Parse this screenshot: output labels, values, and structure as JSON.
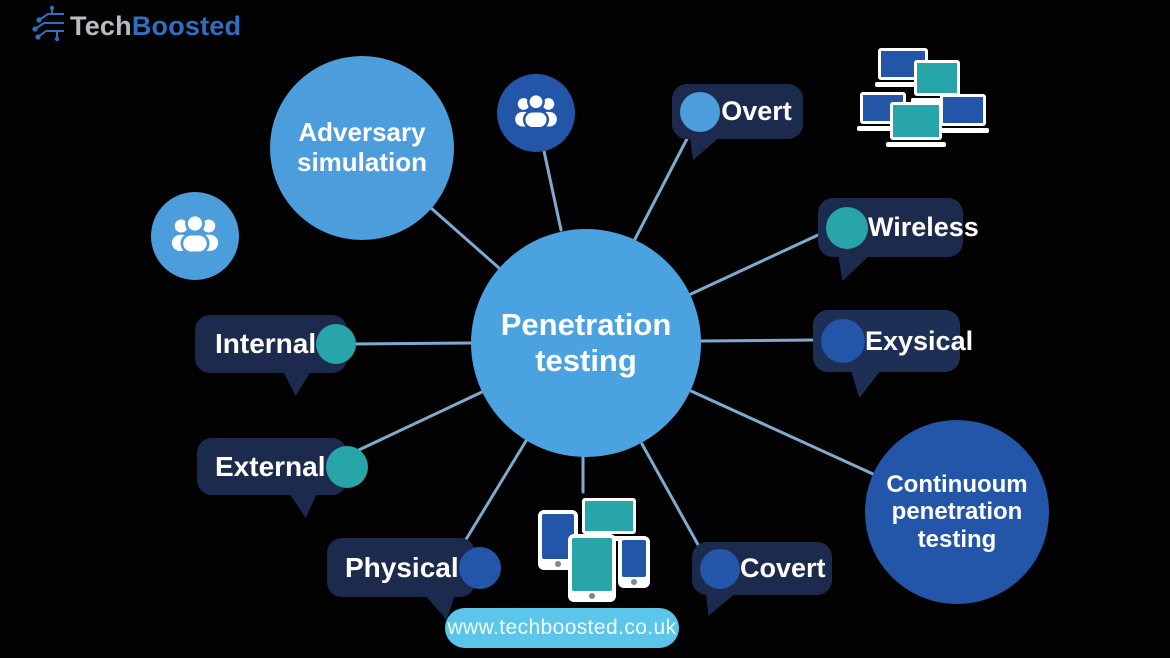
{
  "logo": {
    "brand_primary": "Tech",
    "brand_secondary": "Boosted",
    "primary_color": "#b9bdc3",
    "secondary_color": "#2e6fc0"
  },
  "center_node": {
    "label": "Penetration testing",
    "color": "#4BA2E0"
  },
  "satellite_circles": {
    "adversary": {
      "label": "Adversary simulation",
      "color": "#4C9DDC"
    },
    "continuous": {
      "label": "Continuoum penetration testing",
      "color": "#2355A8"
    }
  },
  "bubbles": [
    {
      "label": "Overt",
      "dot_color": "#4C9DDC",
      "dot_side": "left"
    },
    {
      "label": "Wireless",
      "dot_color": "#27A5A8",
      "dot_side": "left"
    },
    {
      "label": "Exysical",
      "dot_color": "#2355A8",
      "dot_side": "left"
    },
    {
      "label": "Internal",
      "dot_color": "#27A5A8",
      "dot_side": "right"
    },
    {
      "label": "External",
      "dot_color": "#27A5A8",
      "dot_side": "right"
    },
    {
      "label": "Physical",
      "dot_color": "#2355A8",
      "dot_side": "right"
    },
    {
      "label": "Covert",
      "dot_color": "#2355A8",
      "dot_side": "left"
    }
  ],
  "icon_nodes": {
    "people_top": {
      "icon": "group-icon",
      "color": "#2355A8"
    },
    "people_left": {
      "icon": "group-icon",
      "color": "#4C9DDC"
    },
    "computers": {
      "icon": "laptop-cluster-icon",
      "screen_colors": [
        "#2355A8",
        "#27A5A8"
      ]
    },
    "devices": {
      "icon": "mobile-devices-icon",
      "screen_colors": [
        "#2355A8",
        "#27A5A8"
      ]
    }
  },
  "footer": {
    "website": "www.techboosted.co.uk",
    "pill_color": "#5BC6EA"
  },
  "connector_color": "#7FA9CE",
  "background_color": "#020202"
}
